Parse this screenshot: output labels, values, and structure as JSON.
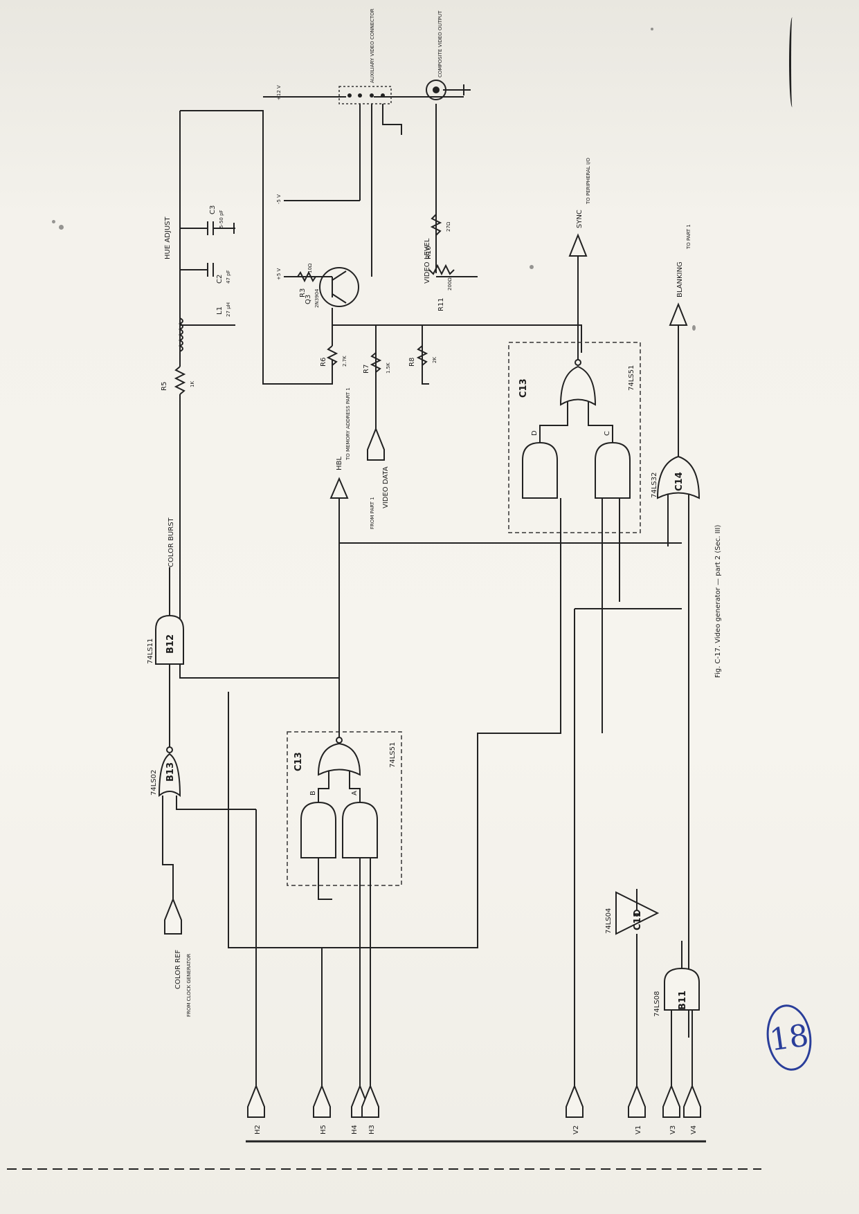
{
  "page": {
    "number": "18"
  },
  "figure": {
    "caption": "Fig. C-17. Video generator — part 2 (Sec. III)"
  },
  "components": {
    "b13": {
      "ref": "B13",
      "part": "74LS02"
    },
    "b12": {
      "ref": "B12",
      "part": "74LS11"
    },
    "c13_left": {
      "ref": "C13",
      "part": "74LS51",
      "gate_a": "A",
      "gate_b": "B"
    },
    "c13_right": {
      "ref": "C13",
      "part": "74LS51",
      "gate_c": "C",
      "gate_d": "D"
    },
    "c14": {
      "ref": "C14",
      "part": "74LS32"
    },
    "c11": {
      "ref": "C11",
      "part": "74LS04"
    },
    "b11": {
      "ref": "B11",
      "part": "74LS08"
    },
    "q3": {
      "ref": "Q3",
      "part": "2N3904"
    },
    "r3": {
      "ref": "R3",
      "value": "10Ω"
    },
    "r5": {
      "ref": "R5",
      "value": "1K"
    },
    "r6": {
      "ref": "R6",
      "value": "2.7K"
    },
    "r7": {
      "ref": "R7",
      "value": "1.5K"
    },
    "r8": {
      "ref": "R8",
      "value": "2K"
    },
    "r10": {
      "ref": "R10",
      "value": "27Ω"
    },
    "r11": {
      "ref": "R11",
      "value": "200Ω"
    },
    "l1": {
      "ref": "L1",
      "value": "27 µH"
    },
    "c2": {
      "ref": "C2",
      "value": "47 pF"
    },
    "c3": {
      "ref": "C3",
      "value": "5-50 pF"
    }
  },
  "signals": {
    "color_ref": "COLOR REF",
    "color_ref_from": "FROM CLOCK GENERATOR",
    "color_burst": "COLOR BURST",
    "hue_adjust": "HUE ADJUST",
    "video_level": "VIDEO LEVEL",
    "video_data": "VIDEO DATA",
    "video_data_from": "FROM PART 1",
    "hbl": "HBL",
    "hbl_to": "TO MEMORY ADDRESS PART 1",
    "sync": "SYNC",
    "sync_to": "TO PERIPHERAL I/O",
    "blanking": "BLANKING",
    "blanking_to": "TO PART 1",
    "aux_connector": "AUXILIARY VIDEO CONNECTOR",
    "composite_output": "COMPOSITE VIDEO OUTPUT",
    "plus12v": "+12 V",
    "minus5v": "-5 V",
    "plus5v": "+5 V"
  },
  "inputs": [
    "H2",
    "H5",
    "H4",
    "H3",
    "V2",
    "V1",
    "V3",
    "V4"
  ]
}
